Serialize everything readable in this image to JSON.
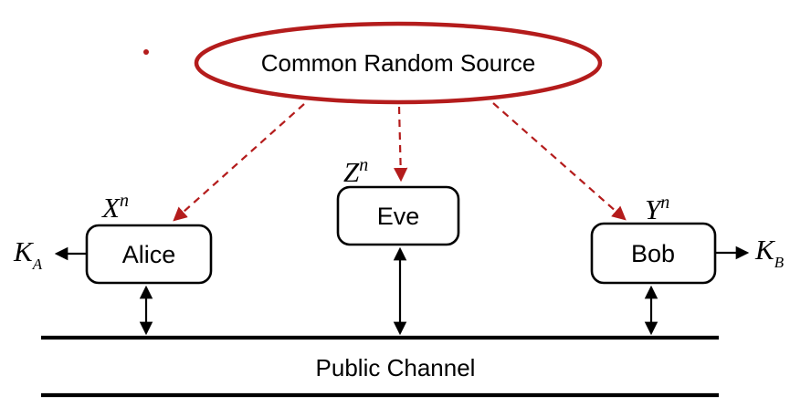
{
  "figure": {
    "source_label": "Common Random Source",
    "alice": {
      "label": "Alice",
      "observation_base": "X",
      "observation_sup": "n",
      "key_base": "K",
      "key_sub": "A"
    },
    "eve": {
      "label": "Eve",
      "observation_base": "Z",
      "observation_sup": "n"
    },
    "bob": {
      "label": "Bob",
      "observation_base": "Y",
      "observation_sup": "n",
      "key_base": "K",
      "key_sub": "B"
    },
    "channel_label": "Public Channel",
    "colors": {
      "accent_red": "#B41C1C",
      "line_black": "#000000"
    }
  }
}
